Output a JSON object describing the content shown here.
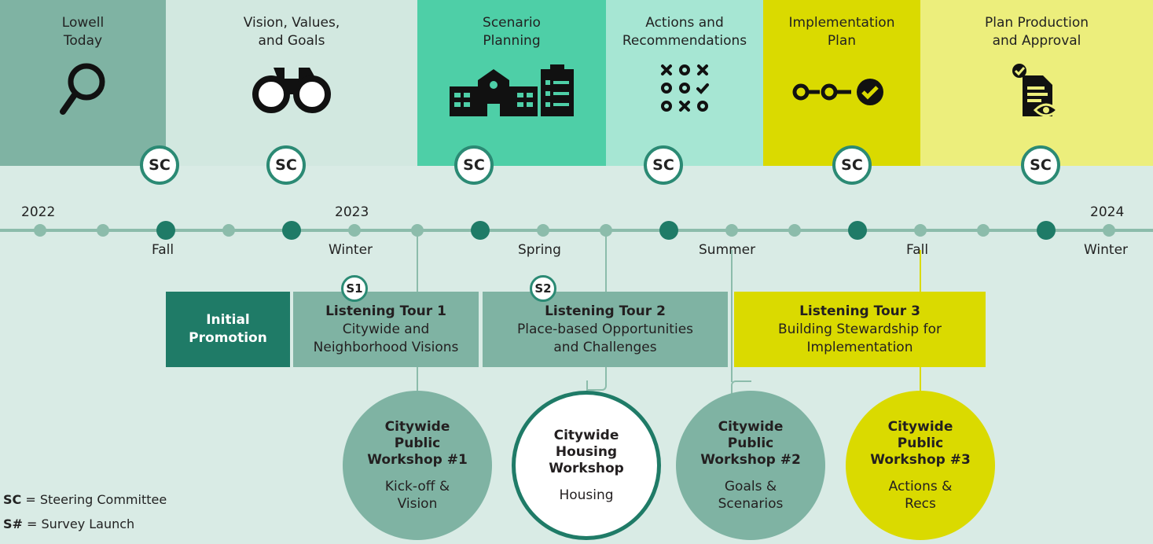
{
  "phases": [
    {
      "title": "Lowell\nToday",
      "icon": "magnifier-icon",
      "color": "#7fb3a3"
    },
    {
      "title": "Vision, Values,\nand Goals",
      "icon": "binoculars-icon",
      "color": "#d2e8e0"
    },
    {
      "title": "Scenario\nPlanning",
      "icon": "school-and-checklist-icon",
      "color": "#4ecfa7"
    },
    {
      "title": "Actions and\nRecommendations",
      "icon": "tic-tac-toe-icon",
      "color": "#a6e6d3"
    },
    {
      "title": "Implementation\nPlan",
      "icon": "progress-steps-icon",
      "color": "#dada00"
    },
    {
      "title": "Plan Production\nand Approval",
      "icon": "document-review-icon",
      "color": "#ecee7c"
    }
  ],
  "steering_label": "SC",
  "years": [
    "2022",
    "2023",
    "2024"
  ],
  "seasons": [
    "Fall",
    "Winter",
    "Spring",
    "Summer",
    "Fall",
    "Winter"
  ],
  "surveys": [
    "S1",
    "S2"
  ],
  "initial_promotion": "Initial\nPromotion",
  "tours": [
    {
      "title": "Listening Tour 1",
      "subtitle": "Citywide and\nNeighborhood Visions"
    },
    {
      "title": "Listening Tour 2",
      "subtitle": "Place-based Opportunities\nand Challenges"
    },
    {
      "title": "Listening Tour 3",
      "subtitle": "Building Stewardship for\nImplementation"
    }
  ],
  "workshops": [
    {
      "title": "Citywide\nPublic\nWorkshop #1",
      "topic": "Kick-off &\nVision"
    },
    {
      "title": "Citywide\nHousing\nWorkshop",
      "topic": "Housing"
    },
    {
      "title": "Citywide\nPublic\nWorkshop #2",
      "topic": "Goals &\nScenarios"
    },
    {
      "title": "Citywide\nPublic\nWorkshop #3",
      "topic": "Actions &\nRecs"
    }
  ],
  "legend": [
    {
      "key": "SC",
      "text": " = Steering Committee"
    },
    {
      "key": "S#",
      "text": " = Survey Launch"
    }
  ],
  "colors": {
    "background": "#d9ebe5",
    "dark_green": "#1f7b67",
    "mid_green": "#7fb3a3",
    "lime": "#dada00",
    "timeline": "#8cbcab"
  }
}
